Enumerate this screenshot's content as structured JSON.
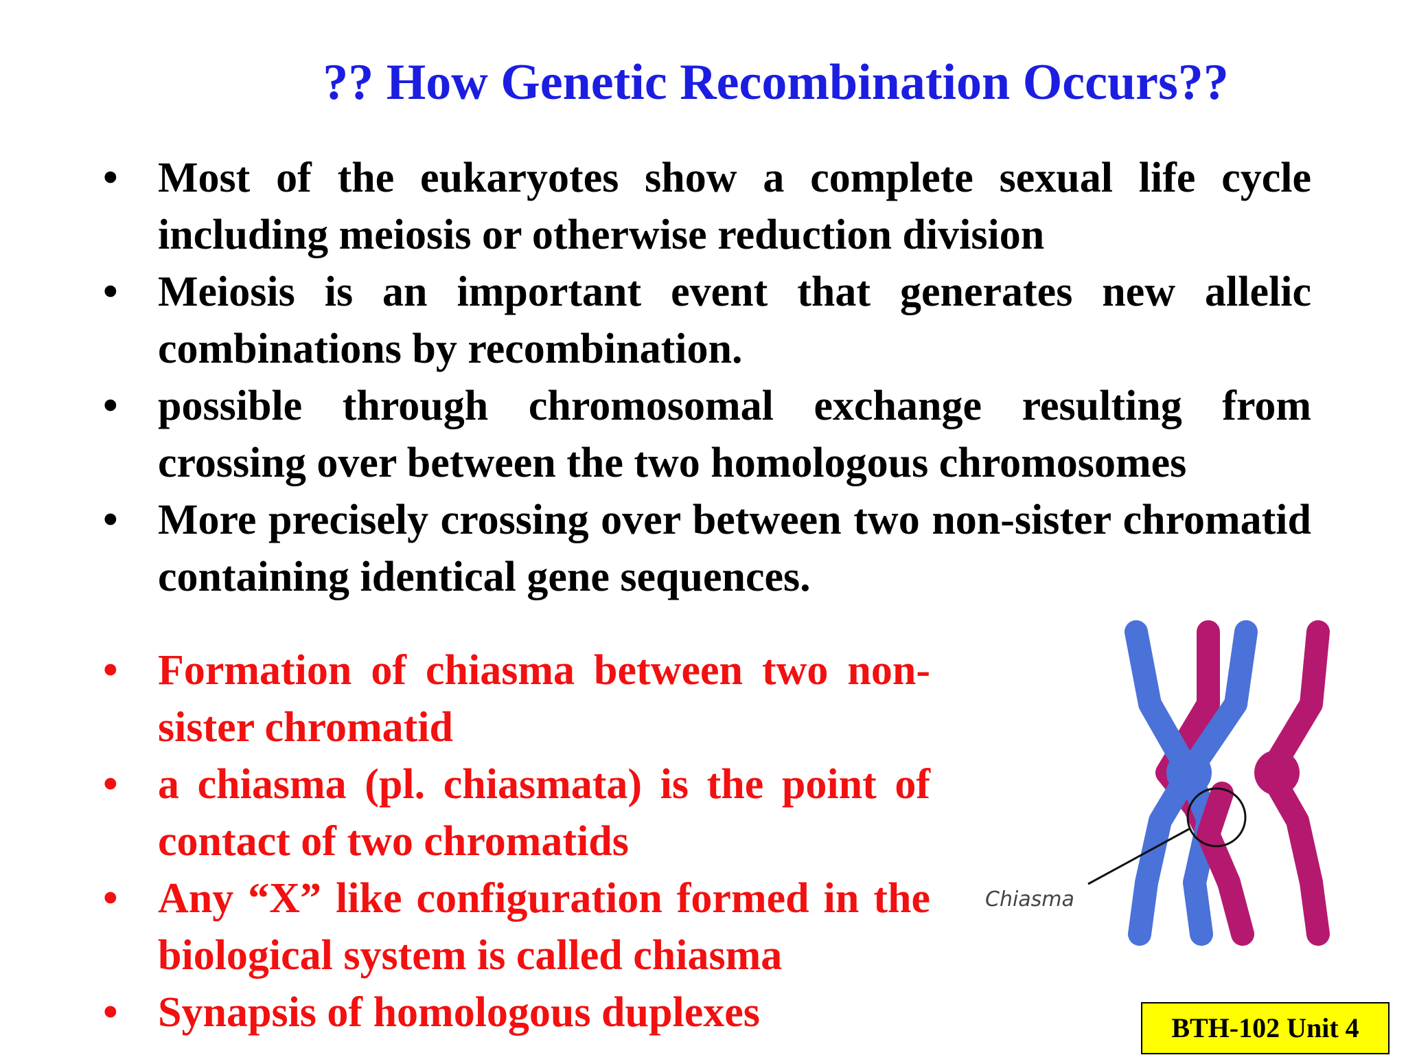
{
  "title": "?? How Genetic Recombination Occurs??",
  "bullets_black": [
    "Most of the eukaryotes show a complete sexual life cycle including meiosis or otherwise reduction division",
    "Meiosis is an important event that generates new allelic combinations by recombination.",
    "possible through chromosomal exchange resulting from crossing over between the two homologous chromosomes",
    "More precisely crossing over between two non-sister chromatid containing identical gene sequences."
  ],
  "bullets_red": [
    "Formation of chiasma between two non-sister chromatid",
    "a chiasma (pl. chiasmata) is the point of contact of two chromatids",
    "Any “X” like configuration formed in the biological system is called chiasma",
    "Synapsis of homologous duplexes"
  ],
  "bullet_symbol": "•",
  "diagram": {
    "label": "Chiasma",
    "chromosome_colors": {
      "blue": "#4a72d8",
      "magenta": "#b5196f"
    }
  },
  "footer": "BTH-102 Unit 4",
  "colors": {
    "title": "#1b1ee0",
    "body": "#000000",
    "highlight": "#f21010",
    "footer_bg": "#ffff00"
  }
}
